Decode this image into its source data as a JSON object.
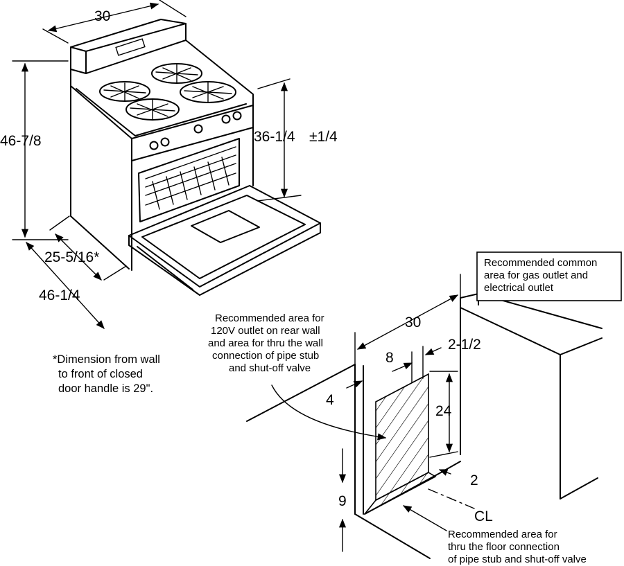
{
  "range": {
    "width": "30",
    "height": "46-7/8",
    "cooktop_height": "36-1/4",
    "cooktop_tolerance": "±1/4",
    "depth_to_door": "25-5/16*",
    "depth_overall": "46-1/4",
    "footnote_line1": "*Dimension from wall",
    "footnote_line2": "to front of closed",
    "footnote_line3": "door handle is 29\"."
  },
  "installation": {
    "opening_width": "30",
    "offset_right": "2-1/2",
    "area_width": "8",
    "offset_left": "4",
    "area_height": "24",
    "floor_offset": "2",
    "wall_offset": "9",
    "centerline_symbol": "CL",
    "common_area_line1": "Recommended common",
    "common_area_line2": "area for gas outlet and",
    "common_area_line3": "electrical outlet",
    "wall_area_line1": "Recommended area for",
    "wall_area_line2": "120V outlet on rear wall",
    "wall_area_line3": "and area for thru the wall",
    "wall_area_line4": "connection of pipe stub",
    "wall_area_line5": "and shut-off valve",
    "floor_area_line1": "Recommended area for",
    "floor_area_line2": "thru the floor connection",
    "floor_area_line3": "of pipe stub and shut-off valve"
  }
}
